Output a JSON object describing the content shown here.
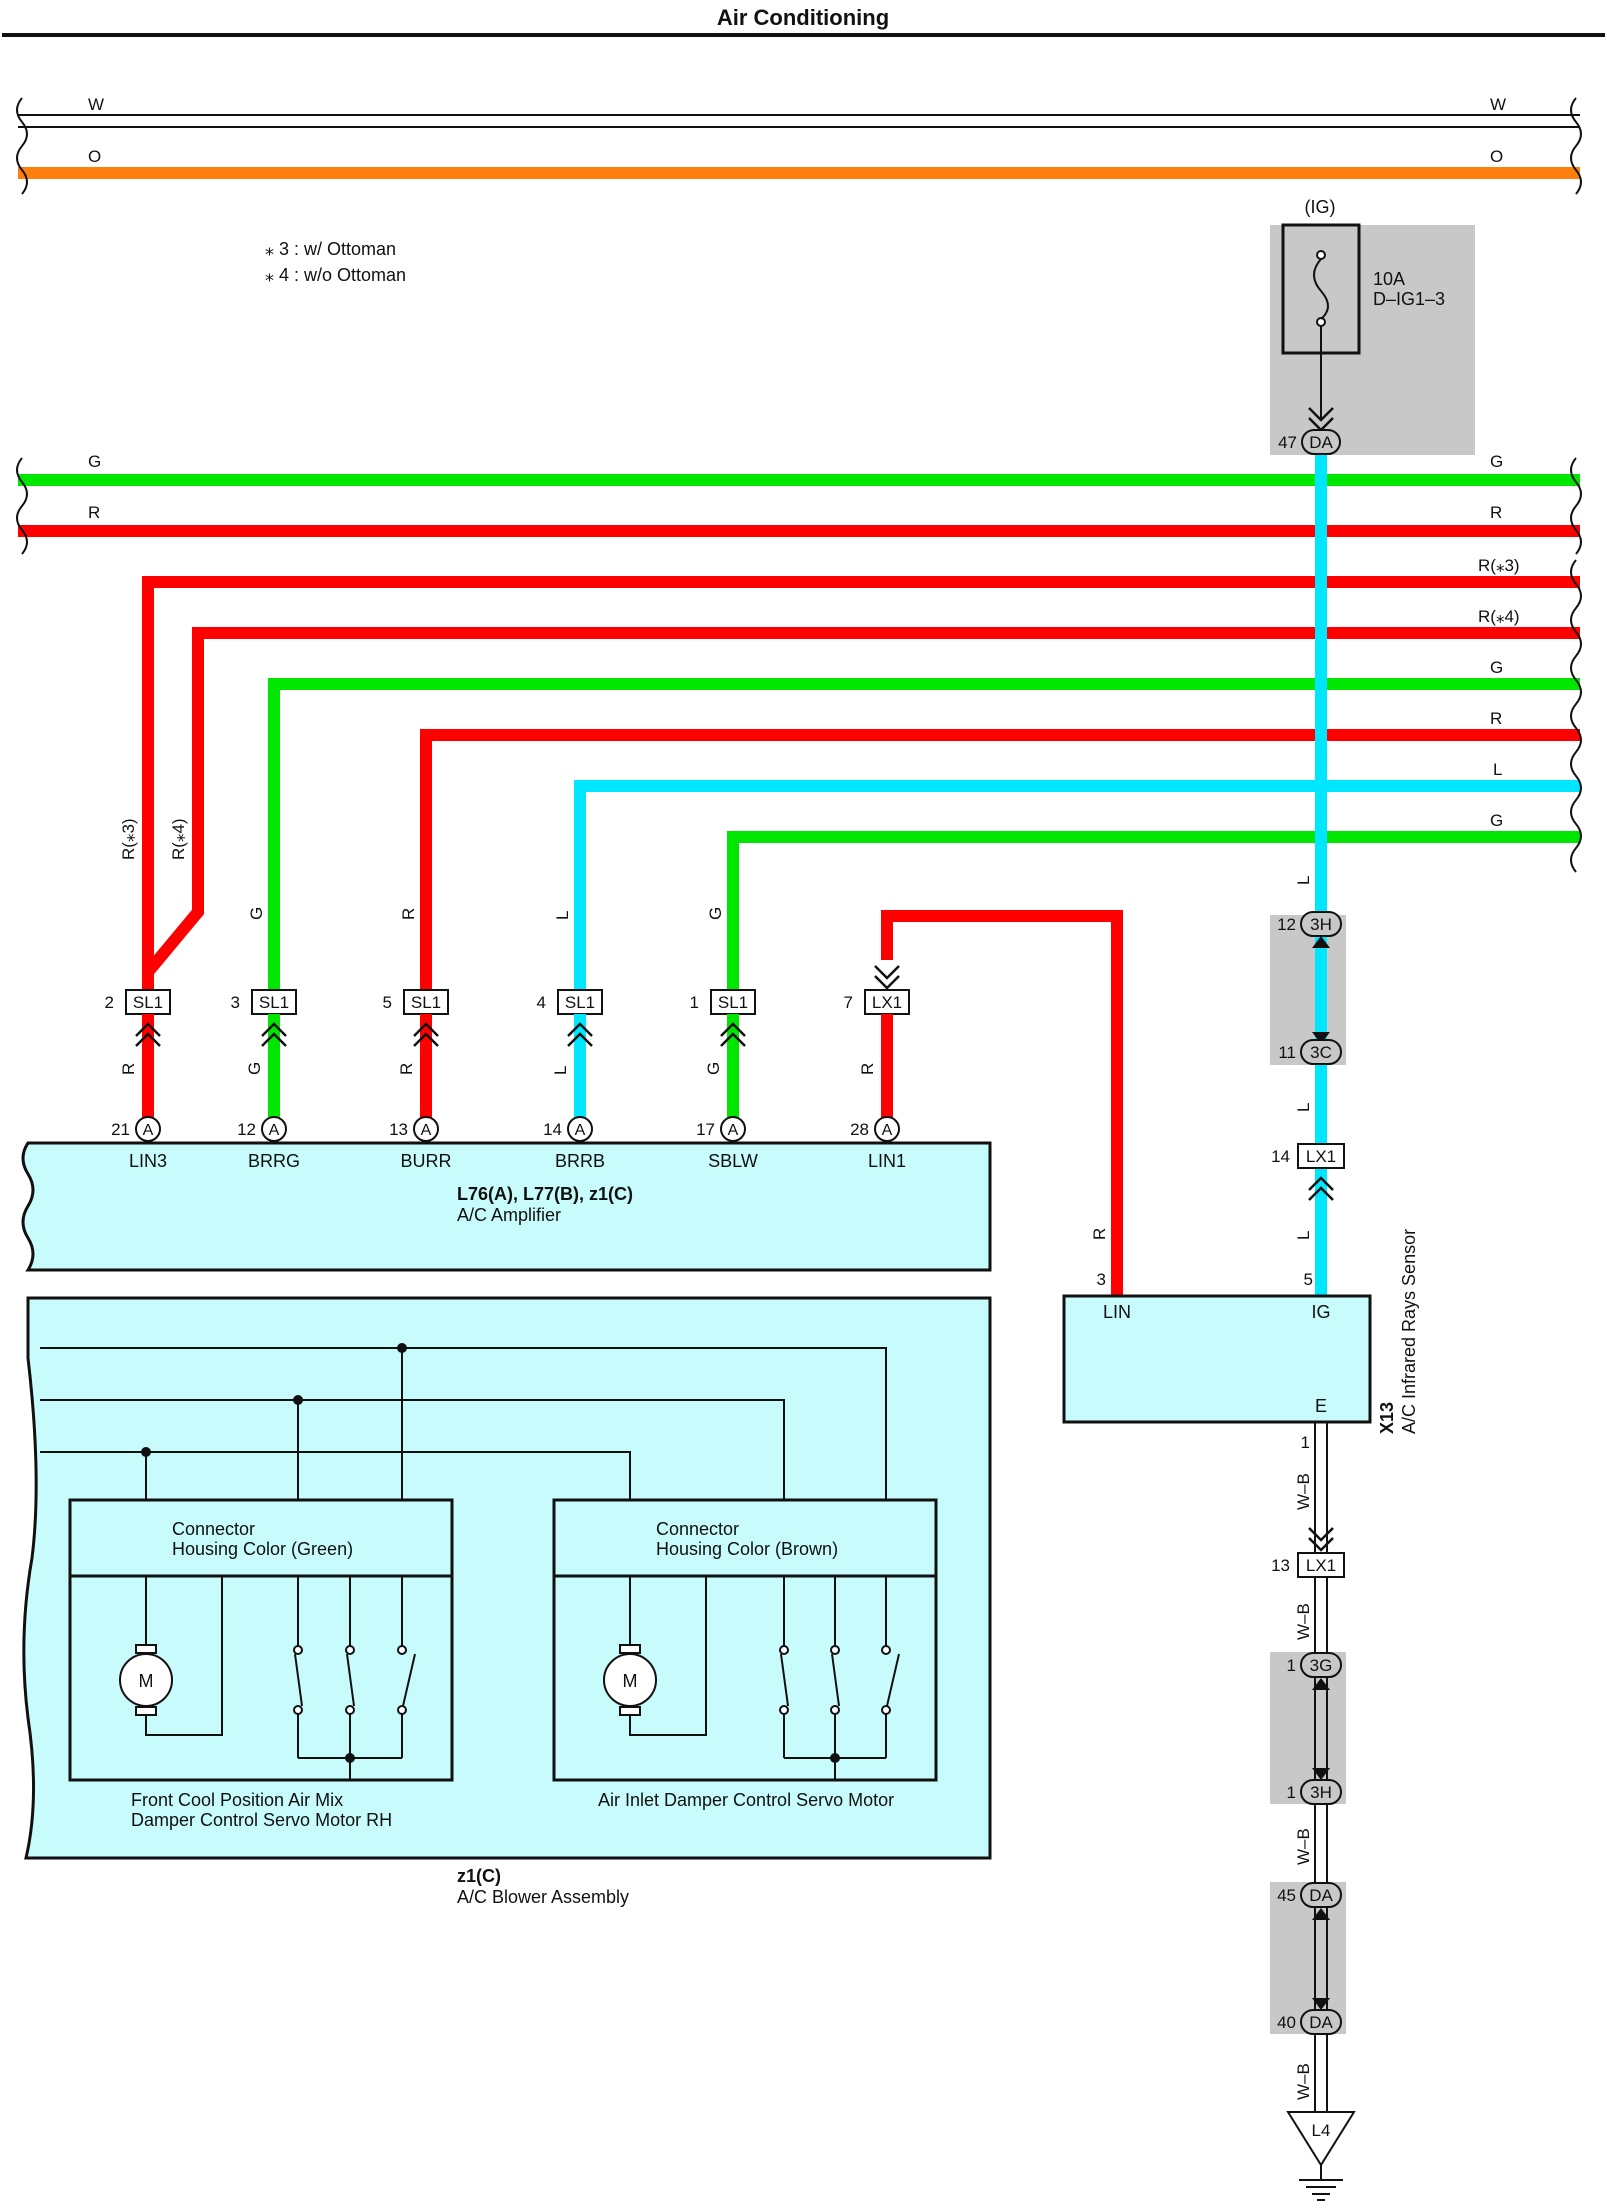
{
  "title": "Air Conditioning",
  "colors": {
    "white": "#ffffff",
    "orange": "#ff7f0e",
    "green": "#00e600",
    "red": "#ff0000",
    "blue": "#00e6ff",
    "panel": "#c8fbfb",
    "gray": "#c8c8c8"
  },
  "notes": {
    "n3": "⁎ 3 : w/ Ottoman",
    "n4": "⁎ 4 : w/o Ottoman"
  },
  "wires": {
    "top_w": "W",
    "top_o": "O",
    "g1": "G",
    "r1": "R",
    "r3": "R(⁎3)",
    "r4": "R(⁎4)",
    "g2": "G",
    "r5": "R",
    "l": "L",
    "g3": "G",
    "v_r3": "R(⁎3)",
    "v_r4": "R(⁎4)",
    "v_g": "G",
    "v_r": "R",
    "v_l": "L",
    "v_wb": "W–B"
  },
  "fuse": {
    "header": "(IG)",
    "rating": "10A",
    "name": "D–IG1–3",
    "connector": "DA",
    "pin": "47"
  },
  "sl1": {
    "connector": "SL1",
    "lx1": "LX1",
    "pins": [
      "2",
      "3",
      "5",
      "4",
      "1",
      "7"
    ]
  },
  "amplifier": {
    "connector": "A",
    "pins": [
      "21",
      "12",
      "13",
      "14",
      "17",
      "28"
    ],
    "terminals": [
      "LIN3",
      "BRRG",
      "BURR",
      "BRRB",
      "SBLW",
      "LIN1"
    ],
    "name": "L76(A), L77(B), z1(C)",
    "desc": "A/C Amplifier"
  },
  "blower": {
    "left_header_1": "Connector",
    "left_header_2": "Housing Color (Green)",
    "right_header_1": "Connector",
    "right_header_2": "Housing Color (Brown)",
    "motor": "M",
    "left_caption_1": "Front Cool Position Air Mix",
    "left_caption_2": "Damper Control Servo Motor RH",
    "right_caption": "Air Inlet Damper Control Servo Motor",
    "name": "z1(C)",
    "desc": "A/C Blower Assembly"
  },
  "sensor": {
    "pin_lin": "3",
    "pin_ig": "5",
    "pin_e": "1",
    "lin": "LIN",
    "ig": "IG",
    "e": "E",
    "name": "X13",
    "desc": "A/C Infrared Rays Sensor"
  },
  "junctions": {
    "j3h_top": {
      "pin": "12",
      "conn": "3H"
    },
    "j3c": {
      "pin": "11",
      "conn": "3C"
    },
    "lx1_mid": {
      "pin": "14",
      "conn": "LX1"
    },
    "lx1_low": {
      "pin": "13",
      "conn": "LX1"
    },
    "j3g": {
      "pin": "1",
      "conn": "3G"
    },
    "j3h_low": {
      "pin": "1",
      "conn": "3H"
    },
    "jda45": {
      "pin": "45",
      "conn": "DA"
    },
    "jda40": {
      "pin": "40",
      "conn": "DA"
    },
    "ground": "L4"
  }
}
